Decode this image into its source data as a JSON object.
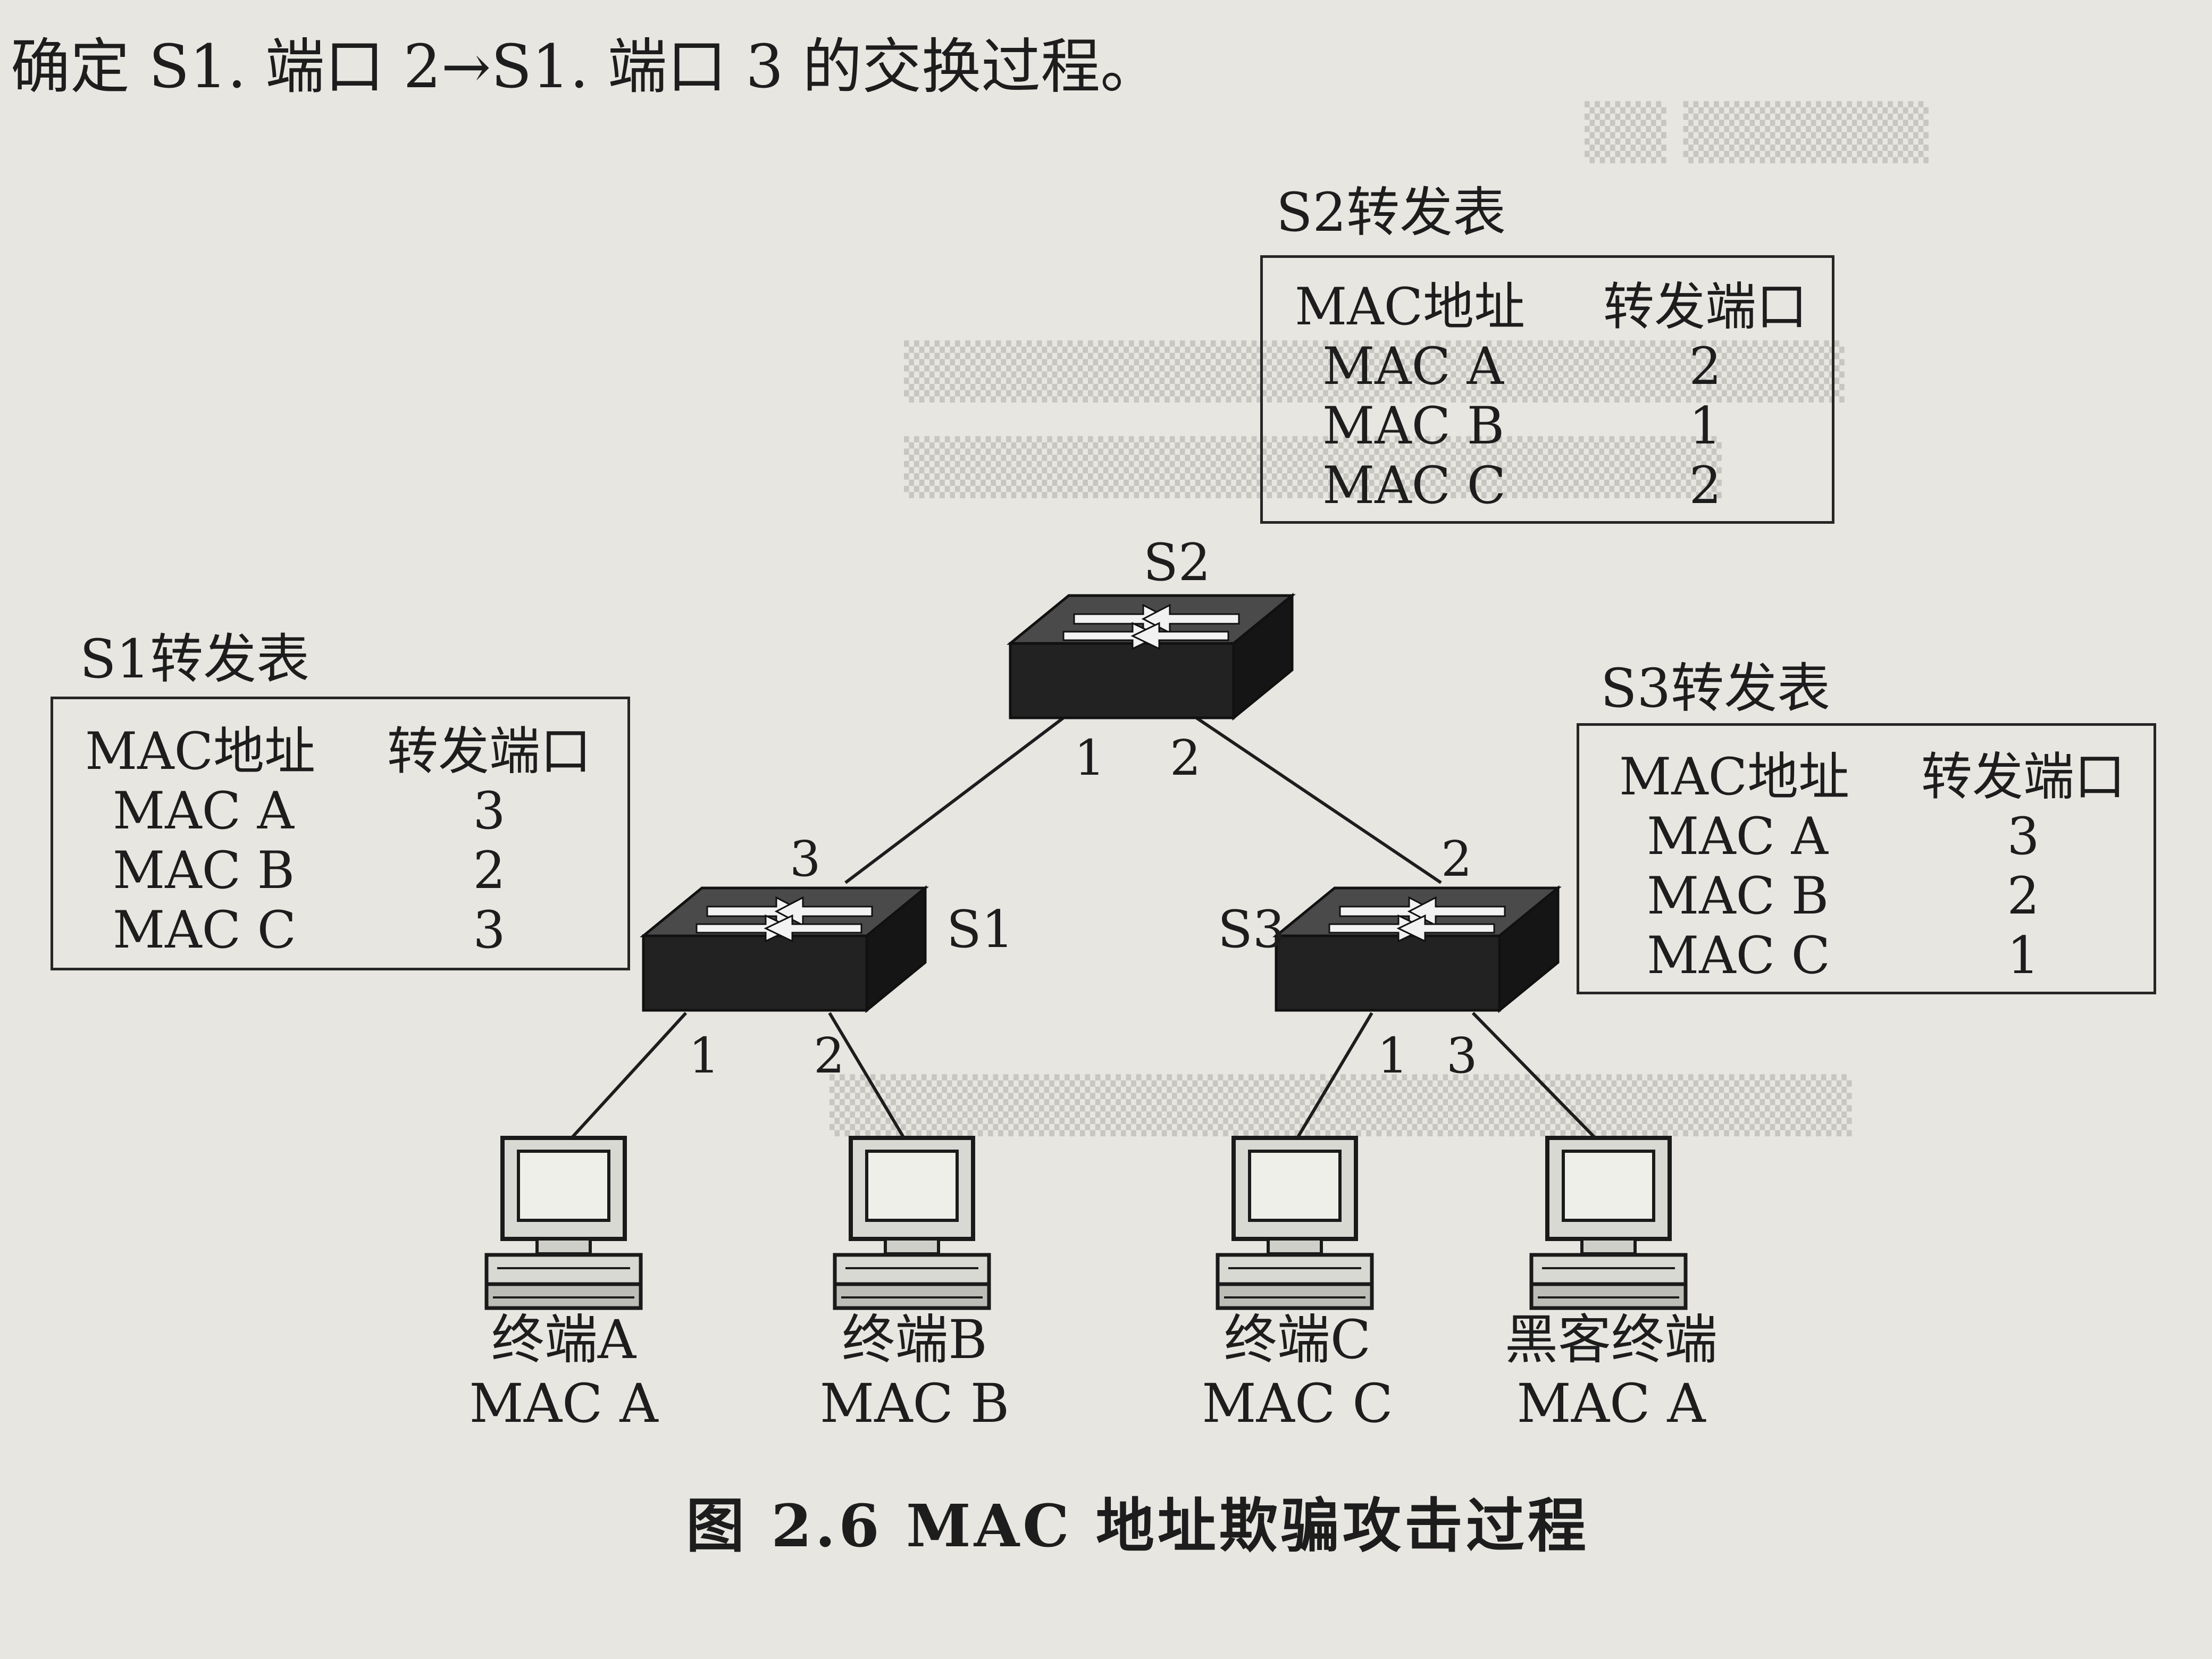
{
  "intro_text": "确定 S1. 端口 2→S1. 端口 3 的交换过程。",
  "caption": "图 2.6   MAC 地址欺骗攻击过程",
  "switches": [
    {
      "id": "S1",
      "label": "S1"
    },
    {
      "id": "S2",
      "label": "S2"
    },
    {
      "id": "S3",
      "label": "S3"
    }
  ],
  "port_labels": {
    "s2_to_s1": "1",
    "s2_to_s3": "2",
    "s1_to_s2": "3",
    "s3_to_s2": "2",
    "s1_to_term_a": "1",
    "s1_to_term_b": "2",
    "s3_to_term_c": "1",
    "s3_to_hacker": "3"
  },
  "tables": {
    "s1": {
      "title": "S1转发表",
      "headers": [
        "MAC地址",
        "转发端口"
      ],
      "rows": [
        [
          "MAC A",
          "3"
        ],
        [
          "MAC B",
          "2"
        ],
        [
          "MAC C",
          "3"
        ]
      ]
    },
    "s2": {
      "title": "S2转发表",
      "headers": [
        "MAC地址",
        "转发端口"
      ],
      "rows": [
        [
          "MAC A",
          "2"
        ],
        [
          "MAC B",
          "1"
        ],
        [
          "MAC C",
          "2"
        ]
      ]
    },
    "s3": {
      "title": "S3转发表",
      "headers": [
        "MAC地址",
        "转发端口"
      ],
      "rows": [
        [
          "MAC A",
          "3"
        ],
        [
          "MAC B",
          "2"
        ],
        [
          "MAC C",
          "1"
        ]
      ]
    }
  },
  "terminals": [
    {
      "name": "终端A",
      "mac": "MAC A"
    },
    {
      "name": "终端B",
      "mac": "MAC B"
    },
    {
      "name": "终端C",
      "mac": "MAC C"
    },
    {
      "name": "黑客终端",
      "mac": "MAC A"
    }
  ],
  "colors": {
    "paper": "#e7e6e1",
    "ink": "#1d1d1d",
    "switch_top": "#4a4a4a",
    "switch_side": "#1f1f1f"
  }
}
